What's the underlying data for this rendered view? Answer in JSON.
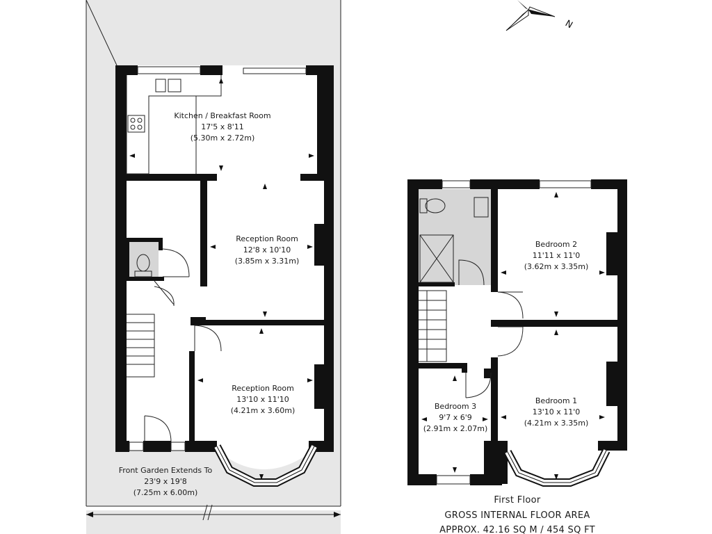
{
  "compass": {
    "north_label": "N",
    "icon": "compass-rose-icon"
  },
  "ground_floor": {
    "kitchen": {
      "name": "Kitchen / Breakfast Room",
      "imperial": "17'5 x 8'11",
      "metric": "(5.30m x 2.72m)"
    },
    "reception_rear": {
      "name": "Reception Room",
      "imperial": "12'8 x 10'10",
      "metric": "(3.85m x 3.31m)"
    },
    "reception_front": {
      "name": "Reception Room",
      "imperial": "13'10 x 11'10",
      "metric": "(4.21m x 3.60m)"
    },
    "front_garden": {
      "name": "Front Garden Extends To",
      "imperial": "23'9 x 19'8",
      "metric": "(7.25m x 6.00m)"
    }
  },
  "first_floor": {
    "bedroom2": {
      "name": "Bedroom 2",
      "imperial": "11'11 x 11'0",
      "metric": "(3.62m x 3.35m)"
    },
    "bedroom1": {
      "name": "Bedroom 1",
      "imperial": "13'10 x 11'0",
      "metric": "(4.21m x 3.35m)"
    },
    "bedroom3": {
      "name": "Bedroom 3",
      "imperial": "9'7 x 6'9",
      "metric": "(2.91m x 2.07m)"
    }
  },
  "footer": {
    "floor_label": "First Floor",
    "area_title": "GROSS INTERNAL FLOOR AREA",
    "area_value": "APPROX. 42.16 SQ M / 454 SQ FT"
  }
}
